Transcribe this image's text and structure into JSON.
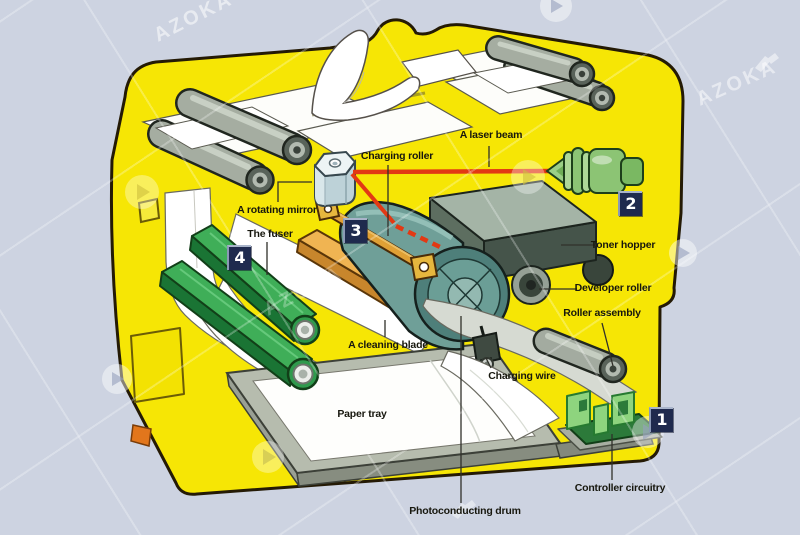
{
  "watermark": {
    "brand": "AZOKA"
  },
  "diagram": {
    "subject": "Laser printer cutaway diagram",
    "labels": {
      "laser_beam": "A laser beam",
      "charging_roller": "Charging roller",
      "rotating_mirror": "A rotating mirror",
      "toner_hopper": "Toner hopper",
      "fuser": "The fuser",
      "developer_roller": "Developer roller",
      "roller_assembly": "Roller assembly",
      "cleaning_blade": "A cleaning blade",
      "charging_wire": "Charging wire",
      "paper_tray": "Paper tray",
      "controller_circuitry": "Controller circuitry",
      "photoconducting_drum": "Photoconducting drum"
    },
    "step_badges": [
      {
        "number": "1"
      },
      {
        "number": "2"
      },
      {
        "number": "3"
      },
      {
        "number": "4"
      }
    ],
    "colors": {
      "background": "#CDD3E1",
      "printer_body": "#F6E605",
      "laser_beam": "#E23914",
      "badge": "#1F2A4E",
      "drum": "#6B9E96",
      "fuser_green": "#3FAE58",
      "orange_parts": "#E0A035",
      "paper": "#FFFFFF"
    }
  }
}
